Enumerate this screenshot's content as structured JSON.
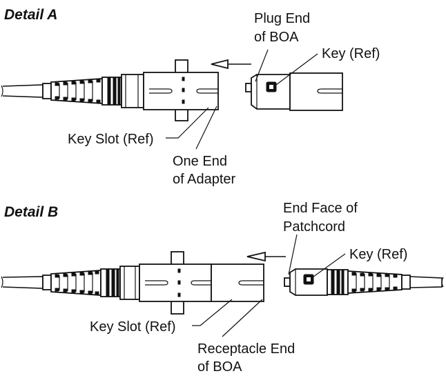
{
  "detail_a": {
    "title": "Detail A",
    "plug_end_line1": "Plug End",
    "plug_end_line2": "of BOA",
    "key_label": "Key (Ref)",
    "key_slot_label": "Key Slot (Ref)",
    "one_end_line1": "One End",
    "one_end_line2": "of Adapter"
  },
  "detail_b": {
    "title": "Detail B",
    "end_face_line1": "End Face of",
    "end_face_line2": "Patchcord",
    "key_label": "Key (Ref)",
    "key_slot_label": "Key Slot (Ref)",
    "receptacle_line1": "Receptacle End",
    "receptacle_line2": "of BOA"
  }
}
